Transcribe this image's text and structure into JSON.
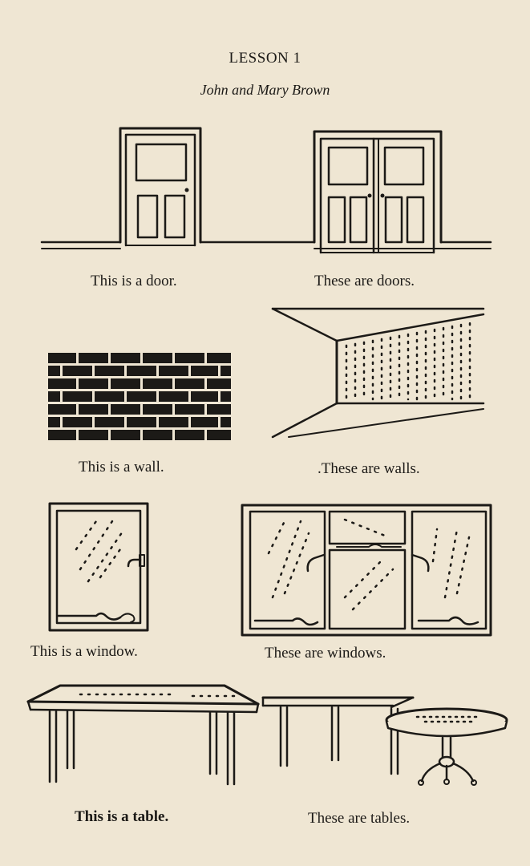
{
  "lesson": {
    "title": "LESSON 1",
    "subtitle": "John and Mary Brown"
  },
  "captions": {
    "door": "This is a door.",
    "doors": "These are doors.",
    "wall": "This is a wall.",
    "walls": ".These are walls.",
    "window": "This is a window.",
    "windows": "These are windows.",
    "table": "This is a table.",
    "tables": "These are tables."
  },
  "colors": {
    "paper": "#efe6d3",
    "ink": "#1c1a17"
  }
}
